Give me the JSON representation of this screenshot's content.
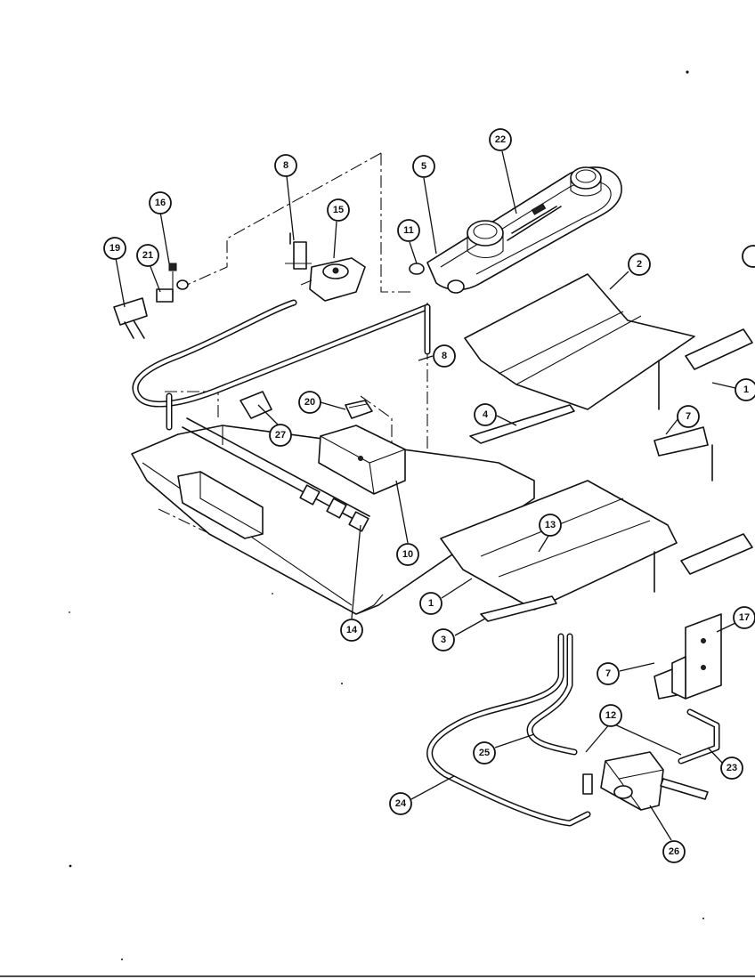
{
  "diagram": {
    "callouts": [
      {
        "id": "c-1",
        "label": "1"
      },
      {
        "id": "c-2",
        "label": "2"
      },
      {
        "id": "c-3",
        "label": "3"
      },
      {
        "id": "c-4",
        "label": "4"
      },
      {
        "id": "c-5",
        "label": "5"
      },
      {
        "id": "c-7a",
        "label": "7"
      },
      {
        "id": "c-7b",
        "label": "7"
      },
      {
        "id": "c-8a",
        "label": "8"
      },
      {
        "id": "c-8b",
        "label": "8"
      },
      {
        "id": "c-10",
        "label": "10"
      },
      {
        "id": "c-11",
        "label": "11"
      },
      {
        "id": "c-12",
        "label": "12"
      },
      {
        "id": "c-13",
        "label": "13"
      },
      {
        "id": "c-14",
        "label": "14"
      },
      {
        "id": "c-15",
        "label": "15"
      },
      {
        "id": "c-16",
        "label": "16"
      },
      {
        "id": "c-17",
        "label": "17"
      },
      {
        "id": "c-18",
        "label": "1"
      },
      {
        "id": "c-19",
        "label": "19"
      },
      {
        "id": "c-20",
        "label": "20"
      },
      {
        "id": "c-21",
        "label": "21"
      },
      {
        "id": "c-22",
        "label": "22"
      },
      {
        "id": "c-23",
        "label": "23"
      },
      {
        "id": "c-24",
        "label": "24"
      },
      {
        "id": "c-25",
        "label": "25"
      },
      {
        "id": "c-26",
        "label": "26"
      },
      {
        "id": "c-27",
        "label": "27"
      },
      {
        "id": "c-edge",
        "label": ""
      }
    ]
  }
}
